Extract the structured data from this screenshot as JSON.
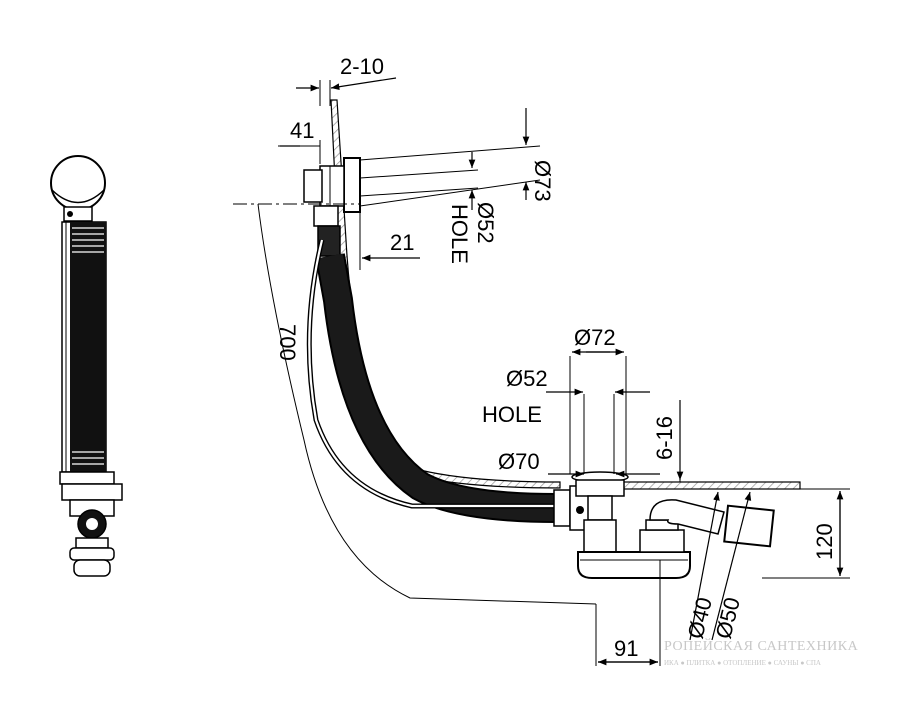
{
  "colors": {
    "line": "#000000",
    "hatch": "#9a9a9a",
    "body": "#1a1a1a",
    "watermark": "#c8c8c8"
  },
  "dimensions": {
    "wall": "2-10",
    "overflow_depth": "41",
    "overflow_od": "Ø73",
    "overflow_hole": "Ø52",
    "overflow_hole_label": "HOLE",
    "overflow_offset": "21",
    "height": "700",
    "drain_od": "Ø72",
    "drain_hole": "Ø52",
    "drain_hole_label": "HOLE",
    "drain_flange": "Ø70",
    "floor_thickness": "6-16",
    "drain_height": "120",
    "outlet_inner": "Ø40",
    "outlet_outer": "Ø50",
    "outlet_offset": "91"
  },
  "watermark": {
    "title": "РОПЕЙСКАЯ САНТЕХНИКА",
    "subtitle": "ИКА ● ПЛИТКА ● ОТОПЛЕНИЕ ● САУНЫ ● СПА"
  }
}
